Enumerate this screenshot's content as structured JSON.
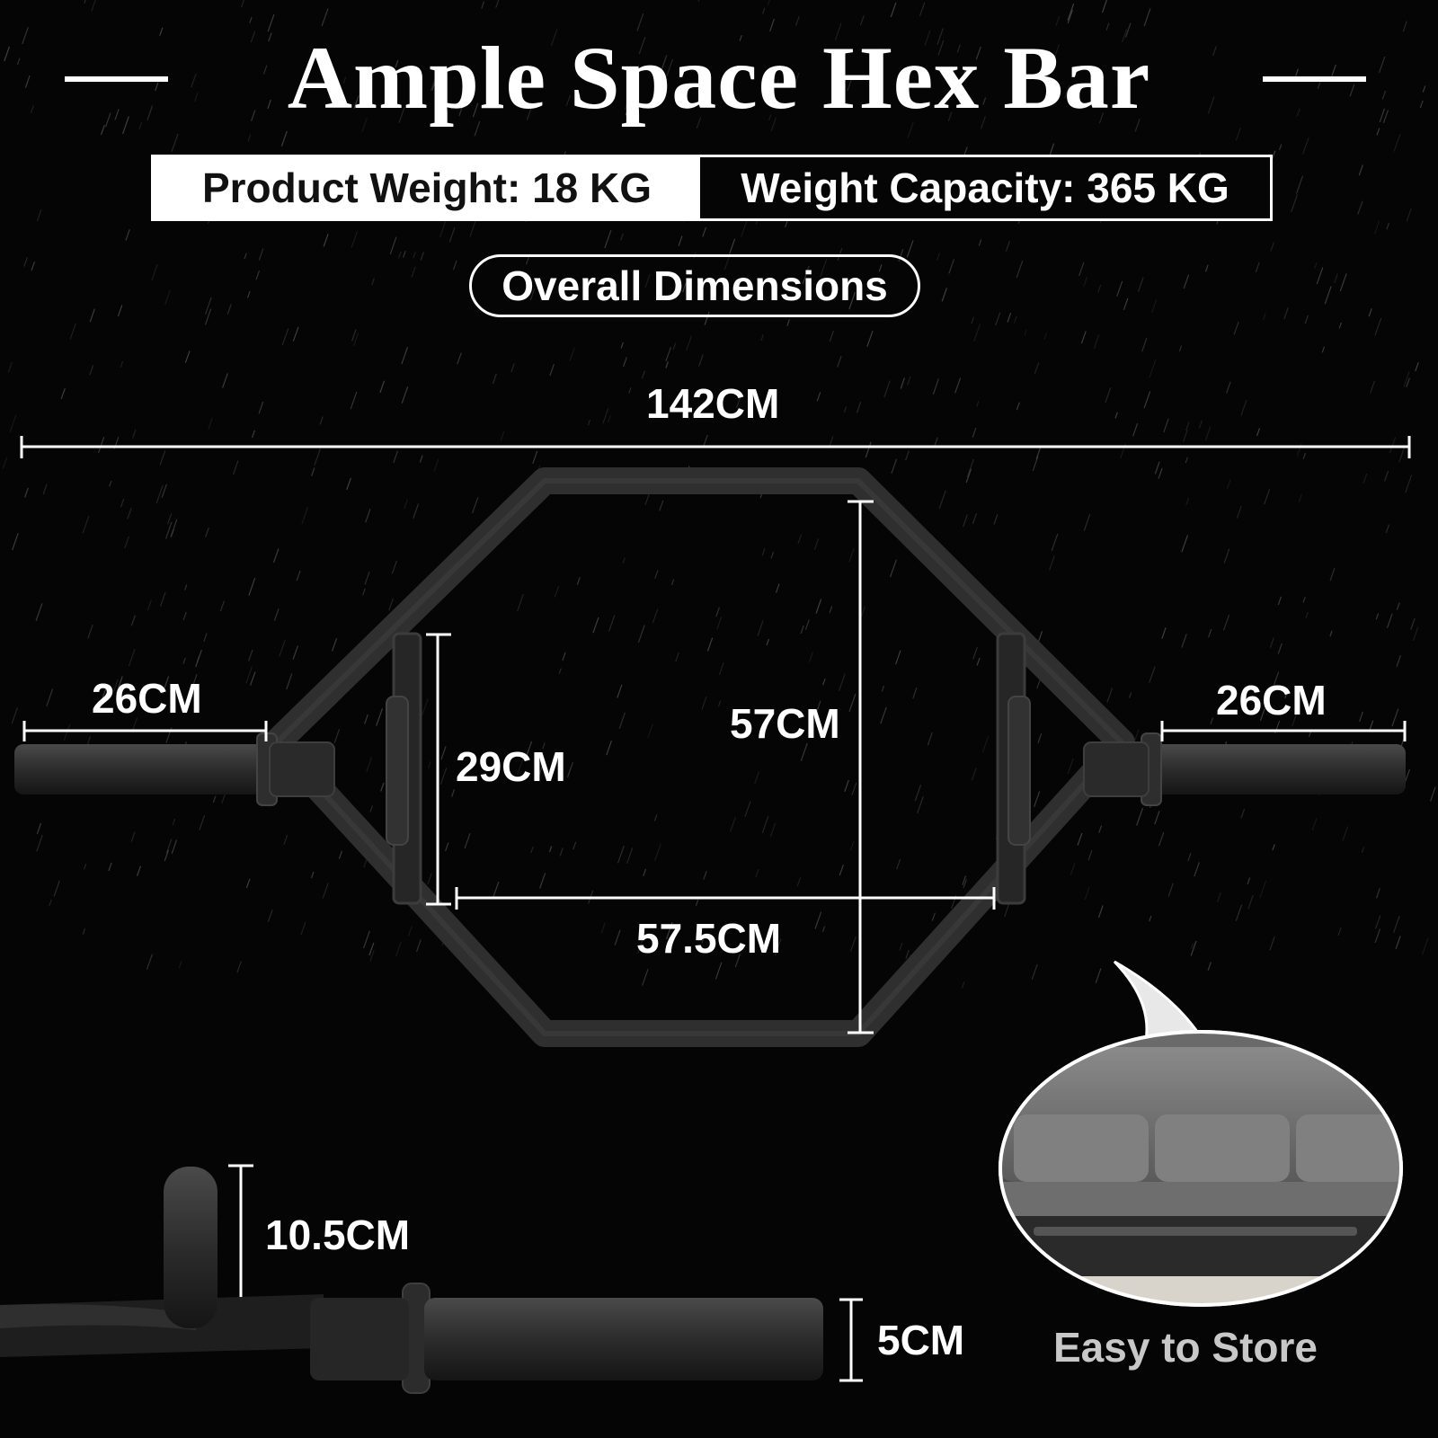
{
  "header": {
    "title": "Ample Space Hex Bar"
  },
  "specs": {
    "product_weight": "Product Weight: 18 KG",
    "weight_capacity": "Weight Capacity: 365 KG"
  },
  "section_label": "Overall Dimensions",
  "dimensions": {
    "overall_length": "142CM",
    "left_sleeve": "26CM",
    "right_sleeve": "26CM",
    "handle_span": "29CM",
    "inner_height": "57CM",
    "inner_width": "57.5CM",
    "handle_height": "10.5CM",
    "sleeve_diameter": "5CM"
  },
  "inset": {
    "caption": "Easy to Store"
  },
  "colors": {
    "background": "#050505",
    "text": "#ffffff",
    "bar": "#2e2e2e",
    "caption": "#c8c8c8"
  }
}
